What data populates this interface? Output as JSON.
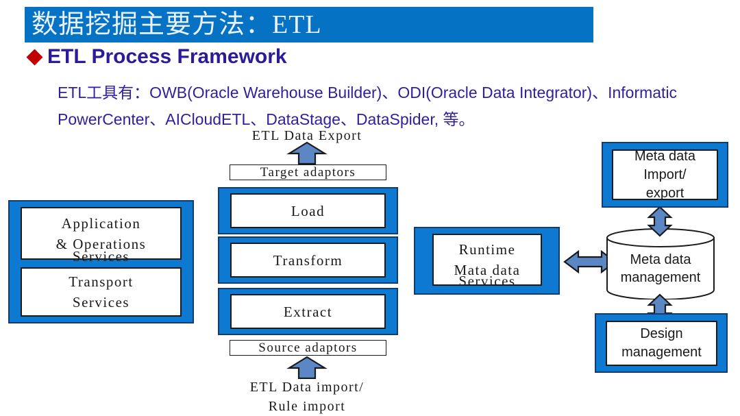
{
  "slide": {
    "title": "数据挖掘主要方法：ETL",
    "bullet_heading": "ETL Process Framework",
    "paragraph": "ETL工具有：OWB(Oracle Warehouse Builder)、ODI(Oracle Data Integrator)、Informatic PowerCenter、AICloudETL、DataStage、DataSpider, 等。",
    "colors": {
      "title_bar_blue": "#0572c4",
      "frame_blue": "#0d79d0",
      "bullet_red": "#c00000",
      "text_purple": "#2f1f9e",
      "arrow_blue": "#5b87c4"
    }
  },
  "diagram": {
    "top_caption": "ETL Data Export",
    "bottom_caption_line1": "ETL Data import/",
    "bottom_caption_line2": "Rule import",
    "target_adaptors": "Target adaptors",
    "source_adaptors": "Source adaptors",
    "pipeline": [
      {
        "label": "Load"
      },
      {
        "label": "Transform"
      },
      {
        "label": "Extract"
      }
    ],
    "left_stack": [
      {
        "line1": "Application",
        "line2": "& Operations",
        "line3": "Services"
      },
      {
        "line1": "Transport",
        "line2": "Services",
        "line3": ""
      }
    ],
    "runtime_box": {
      "line1": "Runtime",
      "line2": "Mata data",
      "line3": "Services"
    },
    "cylinder": {
      "line1": "Meta data",
      "line2": "management"
    },
    "meta_import_export": {
      "line1": "Meta data",
      "line2": "Import/",
      "line3": "export"
    },
    "design_management": {
      "line1": "Design",
      "line2": "management"
    }
  }
}
